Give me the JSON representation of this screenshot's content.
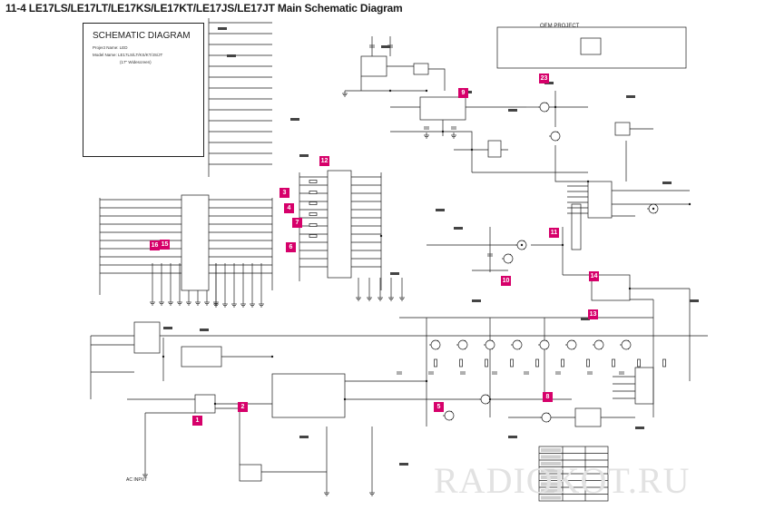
{
  "title": "11-4 LE17LS/LE17LT/LE17KS/LE17KT/LE17JS/LE17JT Main Schematic Diagram",
  "info_box": {
    "heading": "SCHEMATIC DIAGRAM",
    "project": "Project Name: LED",
    "model": "Model Name: LE17LS/LT/KS/KT/JS/JT",
    "size": "(17\" Widescreen)"
  },
  "oem_title": "OEM PROJECT",
  "watermark": "RADIOKOT.RU",
  "ac_input": "AC INPUT",
  "markers": [
    {
      "label": "1"
    },
    {
      "label": "2"
    },
    {
      "label": "3"
    },
    {
      "label": "4"
    },
    {
      "label": "5"
    },
    {
      "label": "6"
    },
    {
      "label": "7"
    },
    {
      "label": "8"
    },
    {
      "label": "9"
    },
    {
      "label": "10"
    },
    {
      "label": "11"
    },
    {
      "label": "12"
    },
    {
      "label": "13"
    },
    {
      "label": "14"
    },
    {
      "label": "15"
    },
    {
      "label": "16"
    },
    {
      "label": "23"
    }
  ],
  "colors": {
    "line": "#1a1a1a",
    "marker": "#d6006a",
    "watermark": "#e2e2e2"
  }
}
